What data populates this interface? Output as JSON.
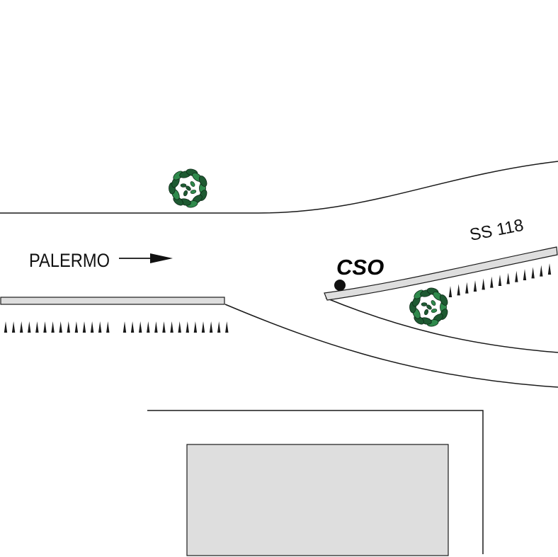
{
  "labels": {
    "direction": "PALERMO",
    "road": "SS 118",
    "site": "CSO"
  },
  "colors": {
    "line": "#1a1a1a",
    "barrier_fill": "#dedede",
    "building_fill": "#dedede",
    "tree_dark": "#1e5a32",
    "tree_light": "#2f8a4c",
    "background": "#ffffff"
  },
  "icons": {
    "tree": "tree-icon",
    "arrow": "arrow-right-icon",
    "marker": "location-dot-icon",
    "spike": "embankment-spike-icon"
  }
}
